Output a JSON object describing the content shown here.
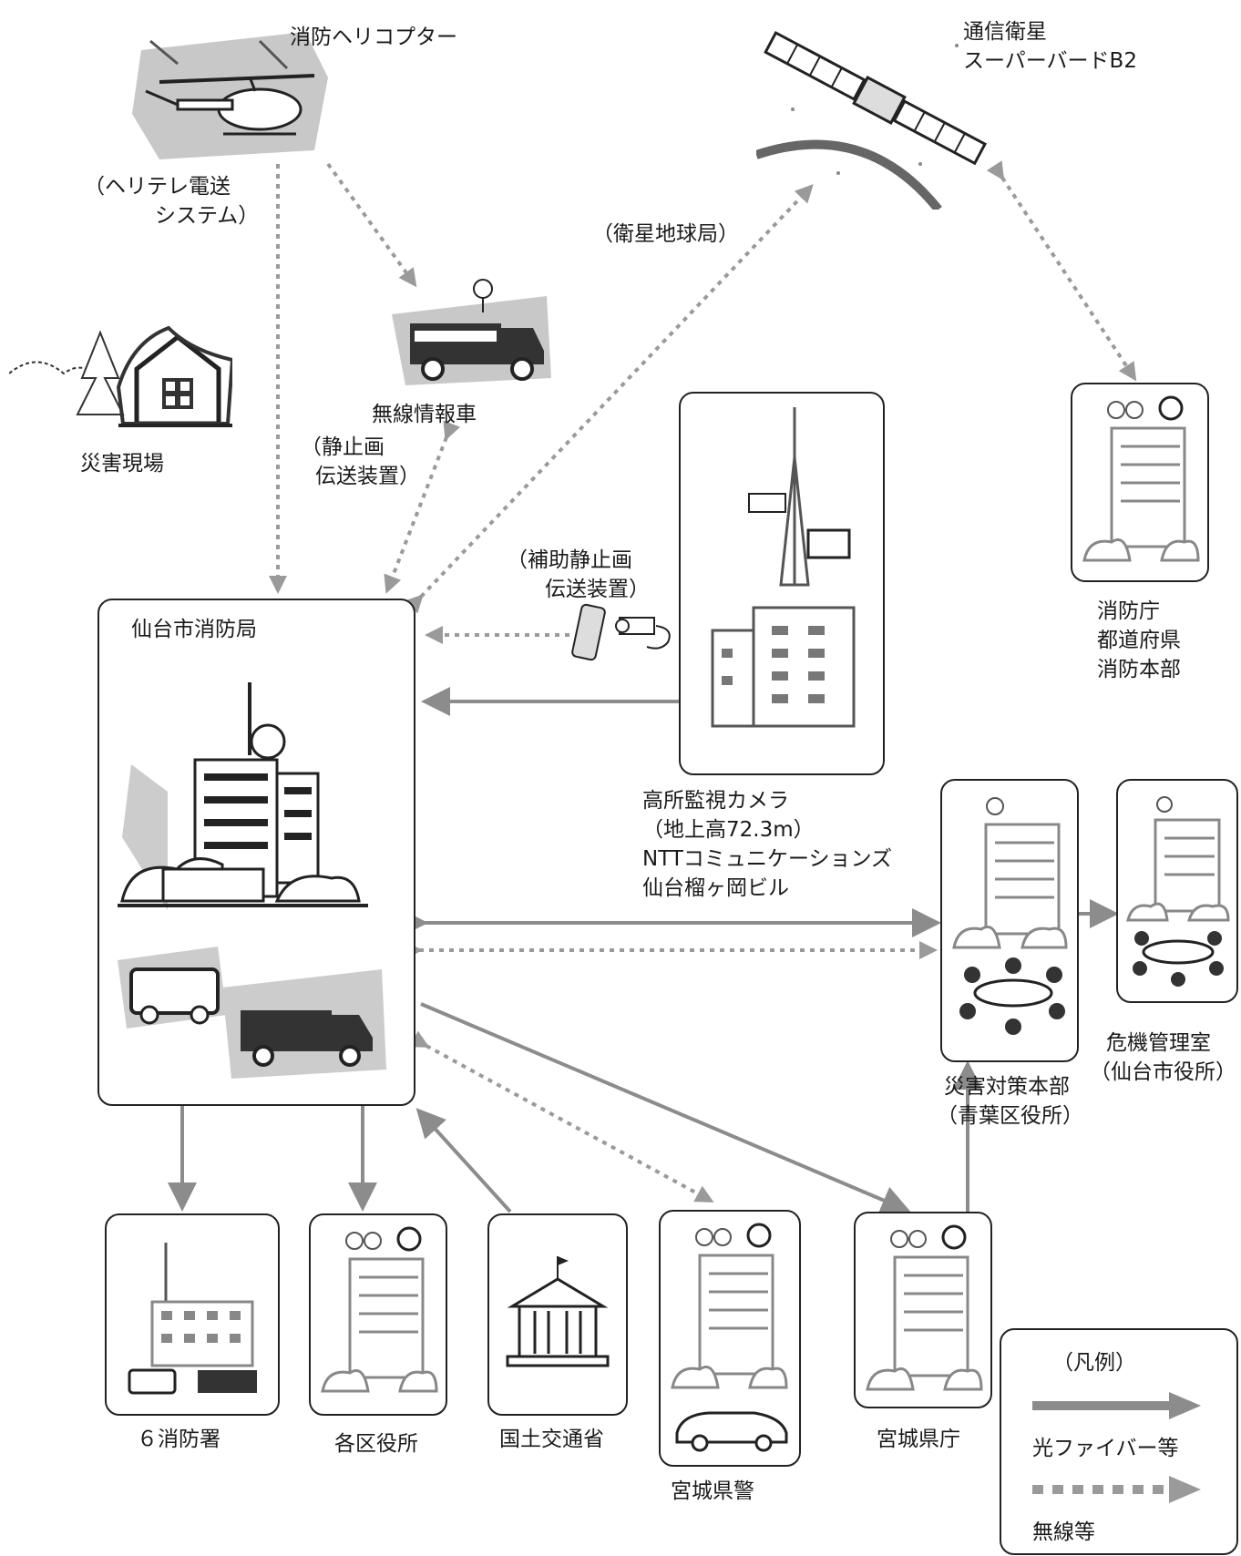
{
  "nodes": {
    "helicopter": {
      "label": "消防ヘリコプター",
      "sub": [
        "（ヘリテレ電送",
        "システム）"
      ]
    },
    "satellite": {
      "label": [
        "通信衛星",
        "スーパーバードB2"
      ]
    },
    "disaster_site": {
      "label": "災害現場"
    },
    "radio_car": {
      "label": "無線情報車"
    },
    "still_image": {
      "label": [
        "（静止画",
        "伝送装置）"
      ]
    },
    "earth_station": {
      "label": "（衛星地球局）"
    },
    "aux_still": {
      "label": [
        "（補助静止画",
        "伝送装置）"
      ]
    },
    "hq": {
      "label": "仙台市消防局"
    },
    "camera": {
      "label": [
        "高所監視カメラ",
        "（地上高72.3m）",
        "NTTコミュニケーションズ",
        "仙台榴ヶ岡ビル"
      ]
    },
    "fdma": {
      "label": [
        "消防庁",
        "都道府県",
        "消防本部"
      ]
    },
    "disaster_hq": {
      "label": [
        "災害対策本部",
        "（青葉区役所）"
      ]
    },
    "crisis_room": {
      "label": [
        "危機管理室",
        "（仙台市役所）"
      ]
    },
    "stations": {
      "label": "６消防署"
    },
    "ward_offices": {
      "label": "各区役所"
    },
    "mlit": {
      "label": "国土交通省"
    },
    "police": {
      "label": "宮城県警"
    },
    "pref": {
      "label": "宮城県庁"
    }
  },
  "legend": {
    "title": "（凡例）",
    "items": [
      "光ファイバー等",
      "無線等"
    ]
  },
  "colors": {
    "line": "#8c8c8c",
    "dotted": "#9a9a9a",
    "border": "#222222"
  }
}
